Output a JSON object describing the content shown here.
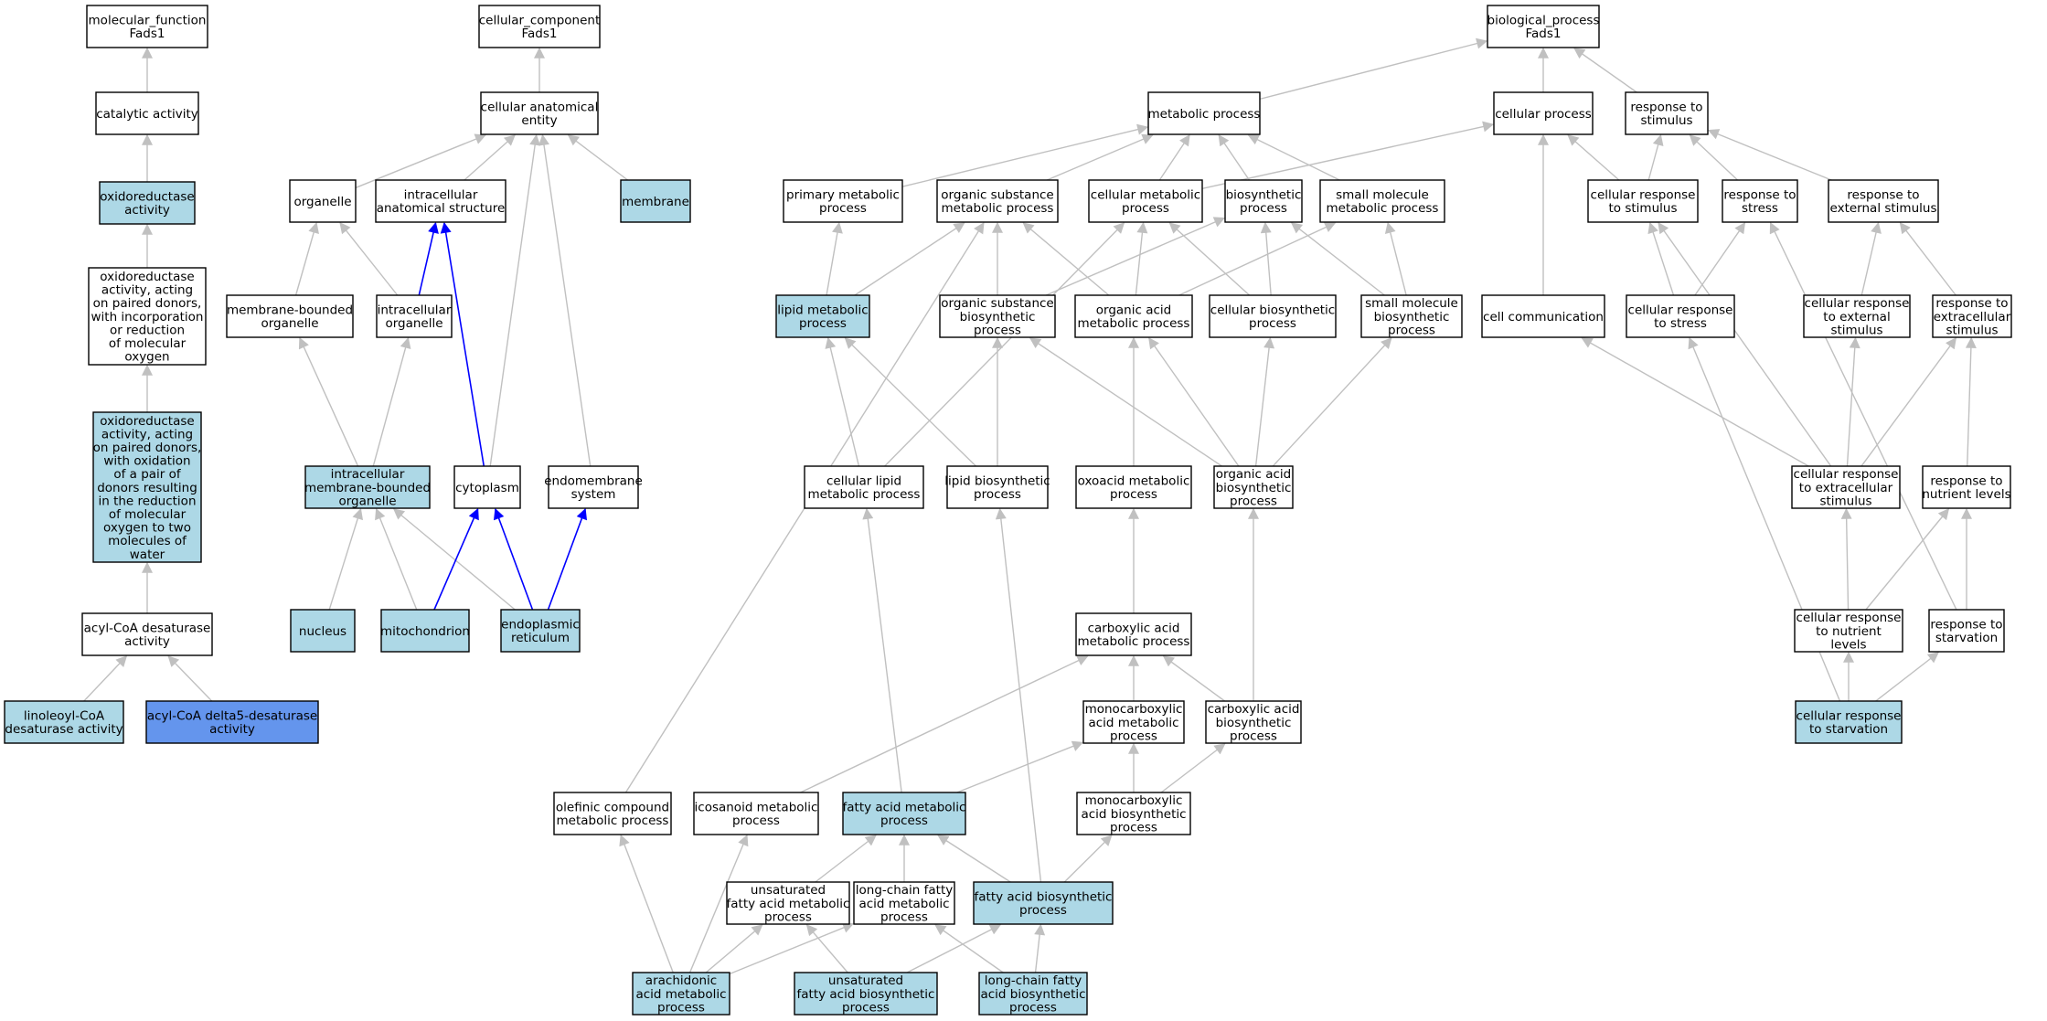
{
  "colors": {
    "plain": "#ffffff",
    "annotated": "#add8e6",
    "query": "#6495ed",
    "edge_gray": "#c0c0c0",
    "edge_blue": "#0000ff"
  },
  "nodes": [
    {
      "id": "mf",
      "lines": [
        "molecular_function",
        "Fads1"
      ],
      "fill": "plain"
    },
    {
      "id": "cc",
      "lines": [
        "cellular_component",
        "Fads1"
      ],
      "fill": "plain"
    },
    {
      "id": "bp",
      "lines": [
        "biological_process",
        "Fads1"
      ],
      "fill": "plain"
    },
    {
      "id": "catact",
      "lines": [
        "catalytic activity"
      ],
      "fill": "plain"
    },
    {
      "id": "oxred",
      "lines": [
        "oxidoreductase",
        "activity"
      ],
      "fill": "annotated"
    },
    {
      "id": "oxinc",
      "lines": [
        "oxidoreductase",
        "activity, acting",
        "on paired donors,",
        "with incorporation",
        "or reduction",
        "of molecular",
        "oxygen"
      ],
      "fill": "plain"
    },
    {
      "id": "oxox",
      "lines": [
        "oxidoreductase",
        "activity, acting",
        "on paired donors,",
        "with oxidation",
        "of a pair of",
        "donors resulting",
        "in the reduction",
        "of molecular",
        "oxygen to two",
        "molecules of",
        "water"
      ],
      "fill": "annotated"
    },
    {
      "id": "acyl",
      "lines": [
        "acyl-CoA desaturase",
        "activity"
      ],
      "fill": "plain"
    },
    {
      "id": "linol",
      "lines": [
        "linoleoyl-CoA",
        "desaturase activity"
      ],
      "fill": "annotated"
    },
    {
      "id": "d5",
      "lines": [
        "acyl-CoA delta5-desaturase",
        "activity"
      ],
      "fill": "query"
    },
    {
      "id": "cae",
      "lines": [
        "cellular anatomical",
        "entity"
      ],
      "fill": "plain"
    },
    {
      "id": "organelle",
      "lines": [
        "organelle"
      ],
      "fill": "plain"
    },
    {
      "id": "ias",
      "lines": [
        "intracellular",
        "anatomical structure"
      ],
      "fill": "plain"
    },
    {
      "id": "membrane",
      "lines": [
        "membrane"
      ],
      "fill": "annotated"
    },
    {
      "id": "mbo",
      "lines": [
        "membrane-bounded",
        "organelle"
      ],
      "fill": "plain"
    },
    {
      "id": "io",
      "lines": [
        "intracellular",
        "organelle"
      ],
      "fill": "plain"
    },
    {
      "id": "imbo",
      "lines": [
        "intracellular",
        "membrane-bounded",
        "organelle"
      ],
      "fill": "annotated"
    },
    {
      "id": "cyto",
      "lines": [
        "cytoplasm"
      ],
      "fill": "plain"
    },
    {
      "id": "endo",
      "lines": [
        "endomembrane",
        "system"
      ],
      "fill": "plain"
    },
    {
      "id": "nucleus",
      "lines": [
        "nucleus"
      ],
      "fill": "annotated"
    },
    {
      "id": "mito",
      "lines": [
        "mitochondrion"
      ],
      "fill": "annotated"
    },
    {
      "id": "er",
      "lines": [
        "endoplasmic",
        "reticulum"
      ],
      "fill": "annotated"
    },
    {
      "id": "metab",
      "lines": [
        "metabolic process"
      ],
      "fill": "plain"
    },
    {
      "id": "cellproc",
      "lines": [
        "cellular process"
      ],
      "fill": "plain"
    },
    {
      "id": "rstim",
      "lines": [
        "response to",
        "stimulus"
      ],
      "fill": "plain"
    },
    {
      "id": "pmp",
      "lines": [
        "primary metabolic",
        "process"
      ],
      "fill": "plain"
    },
    {
      "id": "osmp",
      "lines": [
        "organic substance",
        "metabolic process"
      ],
      "fill": "plain"
    },
    {
      "id": "cmp",
      "lines": [
        "cellular metabolic",
        "process"
      ],
      "fill": "plain"
    },
    {
      "id": "bios",
      "lines": [
        "biosynthetic",
        "process"
      ],
      "fill": "plain"
    },
    {
      "id": "smmp",
      "lines": [
        "small molecule",
        "metabolic process"
      ],
      "fill": "plain"
    },
    {
      "id": "crstim",
      "lines": [
        "cellular response",
        "to stimulus"
      ],
      "fill": "plain"
    },
    {
      "id": "rstress",
      "lines": [
        "response to",
        "stress"
      ],
      "fill": "plain"
    },
    {
      "id": "rext",
      "lines": [
        "response to",
        "external stimulus"
      ],
      "fill": "plain"
    },
    {
      "id": "lmp",
      "lines": [
        "lipid metabolic",
        "process"
      ],
      "fill": "annotated"
    },
    {
      "id": "osbp",
      "lines": [
        "organic substance",
        "biosynthetic",
        "process"
      ],
      "fill": "plain"
    },
    {
      "id": "oamp",
      "lines": [
        "organic acid",
        "metabolic process"
      ],
      "fill": "plain"
    },
    {
      "id": "cbp",
      "lines": [
        "cellular biosynthetic",
        "process"
      ],
      "fill": "plain"
    },
    {
      "id": "smbp",
      "lines": [
        "small molecule",
        "biosynthetic",
        "process"
      ],
      "fill": "plain"
    },
    {
      "id": "ccomm",
      "lines": [
        "cell communication"
      ],
      "fill": "plain"
    },
    {
      "id": "crstress",
      "lines": [
        "cellular response",
        "to stress"
      ],
      "fill": "plain"
    },
    {
      "id": "crext",
      "lines": [
        "cellular response",
        "to external",
        "stimulus"
      ],
      "fill": "plain"
    },
    {
      "id": "rextra",
      "lines": [
        "response to",
        "extracellular",
        "stimulus"
      ],
      "fill": "plain"
    },
    {
      "id": "clmp",
      "lines": [
        "cellular lipid",
        "metabolic process"
      ],
      "fill": "plain"
    },
    {
      "id": "lbp",
      "lines": [
        "lipid biosynthetic",
        "process"
      ],
      "fill": "plain"
    },
    {
      "id": "oxomp",
      "lines": [
        "oxoacid metabolic",
        "process"
      ],
      "fill": "plain"
    },
    {
      "id": "oabp",
      "lines": [
        "organic acid",
        "biosynthetic",
        "process"
      ],
      "fill": "plain"
    },
    {
      "id": "crextra",
      "lines": [
        "cellular response",
        "to extracellular",
        "stimulus"
      ],
      "fill": "plain"
    },
    {
      "id": "rnutr",
      "lines": [
        "response to",
        "nutrient levels"
      ],
      "fill": "plain"
    },
    {
      "id": "camp",
      "lines": [
        "carboxylic acid",
        "metabolic process"
      ],
      "fill": "plain"
    },
    {
      "id": "crnutr",
      "lines": [
        "cellular response",
        "to nutrient",
        "levels"
      ],
      "fill": "plain"
    },
    {
      "id": "rstarv",
      "lines": [
        "response to",
        "starvation"
      ],
      "fill": "plain"
    },
    {
      "id": "mcamp",
      "lines": [
        "monocarboxylic",
        "acid metabolic",
        "process"
      ],
      "fill": "plain"
    },
    {
      "id": "cabp",
      "lines": [
        "carboxylic acid",
        "biosynthetic",
        "process"
      ],
      "fill": "plain"
    },
    {
      "id": "crstarv",
      "lines": [
        "cellular response",
        "to starvation"
      ],
      "fill": "annotated"
    },
    {
      "id": "ocmp",
      "lines": [
        "olefinic compound",
        "metabolic process"
      ],
      "fill": "plain"
    },
    {
      "id": "icmp",
      "lines": [
        "icosanoid metabolic",
        "process"
      ],
      "fill": "plain"
    },
    {
      "id": "famp",
      "lines": [
        "fatty acid metabolic",
        "process"
      ],
      "fill": "annotated"
    },
    {
      "id": "mcabp",
      "lines": [
        "monocarboxylic",
        "acid biosynthetic",
        "process"
      ],
      "fill": "plain"
    },
    {
      "id": "ufamp",
      "lines": [
        "unsaturated",
        "fatty acid metabolic",
        "process"
      ],
      "fill": "plain"
    },
    {
      "id": "lcfamp",
      "lines": [
        "long-chain fatty",
        "acid metabolic",
        "process"
      ],
      "fill": "plain"
    },
    {
      "id": "fabp",
      "lines": [
        "fatty acid biosynthetic",
        "process"
      ],
      "fill": "annotated"
    },
    {
      "id": "aamp",
      "lines": [
        "arachidonic",
        "acid metabolic",
        "process"
      ],
      "fill": "annotated"
    },
    {
      "id": "ufabp",
      "lines": [
        "unsaturated",
        "fatty acid biosynthetic",
        "process"
      ],
      "fill": "annotated"
    },
    {
      "id": "lcfabp",
      "lines": [
        "long-chain fatty",
        "acid biosynthetic",
        "process"
      ],
      "fill": "annotated"
    }
  ],
  "edges": [
    {
      "from": "catact",
      "to": "mf",
      "kind": "gray"
    },
    {
      "from": "oxred",
      "to": "catact",
      "kind": "gray"
    },
    {
      "from": "oxinc",
      "to": "oxred",
      "kind": "gray"
    },
    {
      "from": "oxox",
      "to": "oxinc",
      "kind": "gray"
    },
    {
      "from": "acyl",
      "to": "oxox",
      "kind": "gray"
    },
    {
      "from": "linol",
      "to": "acyl",
      "kind": "gray"
    },
    {
      "from": "d5",
      "to": "acyl",
      "kind": "gray"
    },
    {
      "from": "cae",
      "to": "cc",
      "kind": "gray"
    },
    {
      "from": "organelle",
      "to": "cae",
      "kind": "gray"
    },
    {
      "from": "ias",
      "to": "cae",
      "kind": "gray"
    },
    {
      "from": "membrane",
      "to": "cae",
      "kind": "gray"
    },
    {
      "from": "cyto",
      "to": "cae",
      "kind": "gray"
    },
    {
      "from": "endo",
      "to": "cae",
      "kind": "gray"
    },
    {
      "from": "mbo",
      "to": "organelle",
      "kind": "gray"
    },
    {
      "from": "io",
      "to": "organelle",
      "kind": "gray"
    },
    {
      "from": "io",
      "to": "ias",
      "kind": "blue"
    },
    {
      "from": "cyto",
      "to": "ias",
      "kind": "blue"
    },
    {
      "from": "imbo",
      "to": "mbo",
      "kind": "gray"
    },
    {
      "from": "imbo",
      "to": "io",
      "kind": "gray"
    },
    {
      "from": "nucleus",
      "to": "imbo",
      "kind": "gray"
    },
    {
      "from": "mito",
      "to": "imbo",
      "kind": "gray"
    },
    {
      "from": "er",
      "to": "imbo",
      "kind": "gray"
    },
    {
      "from": "mito",
      "to": "cyto",
      "kind": "blue"
    },
    {
      "from": "er",
      "to": "cyto",
      "kind": "blue"
    },
    {
      "from": "er",
      "to": "endo",
      "kind": "blue"
    },
    {
      "from": "metab",
      "to": "bp",
      "kind": "gray"
    },
    {
      "from": "cellproc",
      "to": "bp",
      "kind": "gray"
    },
    {
      "from": "rstim",
      "to": "bp",
      "kind": "gray"
    },
    {
      "from": "pmp",
      "to": "metab",
      "kind": "gray"
    },
    {
      "from": "osmp",
      "to": "metab",
      "kind": "gray"
    },
    {
      "from": "cmp",
      "to": "metab",
      "kind": "gray"
    },
    {
      "from": "bios",
      "to": "metab",
      "kind": "gray"
    },
    {
      "from": "smmp",
      "to": "metab",
      "kind": "gray"
    },
    {
      "from": "cmp",
      "to": "cellproc",
      "kind": "gray"
    },
    {
      "from": "crstim",
      "to": "cellproc",
      "kind": "gray"
    },
    {
      "from": "ccomm",
      "to": "cellproc",
      "kind": "gray"
    },
    {
      "from": "crstim",
      "to": "rstim",
      "kind": "gray"
    },
    {
      "from": "rstress",
      "to": "rstim",
      "kind": "gray"
    },
    {
      "from": "rext",
      "to": "rstim",
      "kind": "gray"
    },
    {
      "from": "lmp",
      "to": "pmp",
      "kind": "gray"
    },
    {
      "from": "lmp",
      "to": "osmp",
      "kind": "gray"
    },
    {
      "from": "osbp",
      "to": "osmp",
      "kind": "gray"
    },
    {
      "from": "oamp",
      "to": "osmp",
      "kind": "gray"
    },
    {
      "from": "osbp",
      "to": "bios",
      "kind": "gray"
    },
    {
      "from": "oamp",
      "to": "cmp",
      "kind": "gray"
    },
    {
      "from": "cbp",
      "to": "cmp",
      "kind": "gray"
    },
    {
      "from": "clmp",
      "to": "cmp",
      "kind": "gray"
    },
    {
      "from": "cbp",
      "to": "bios",
      "kind": "gray"
    },
    {
      "from": "smbp",
      "to": "bios",
      "kind": "gray"
    },
    {
      "from": "oamp",
      "to": "smmp",
      "kind": "gray"
    },
    {
      "from": "smbp",
      "to": "smmp",
      "kind": "gray"
    },
    {
      "from": "ocmp",
      "to": "osmp",
      "kind": "gray"
    },
    {
      "from": "crstress",
      "to": "crstim",
      "kind": "gray"
    },
    {
      "from": "crstress",
      "to": "rstress",
      "kind": "gray"
    },
    {
      "from": "crextra",
      "to": "crstim",
      "kind": "gray"
    },
    {
      "from": "crext",
      "to": "rext",
      "kind": "gray"
    },
    {
      "from": "rextra",
      "to": "rext",
      "kind": "gray"
    },
    {
      "from": "rstarv",
      "to": "rstress",
      "kind": "gray"
    },
    {
      "from": "clmp",
      "to": "lmp",
      "kind": "gray"
    },
    {
      "from": "lbp",
      "to": "lmp",
      "kind": "gray"
    },
    {
      "from": "lbp",
      "to": "osbp",
      "kind": "gray"
    },
    {
      "from": "oabp",
      "to": "osbp",
      "kind": "gray"
    },
    {
      "from": "oxomp",
      "to": "oamp",
      "kind": "gray"
    },
    {
      "from": "oabp",
      "to": "oamp",
      "kind": "gray"
    },
    {
      "from": "oabp",
      "to": "cbp",
      "kind": "gray"
    },
    {
      "from": "oabp",
      "to": "smbp",
      "kind": "gray"
    },
    {
      "from": "crextra",
      "to": "ccomm",
      "kind": "gray"
    },
    {
      "from": "crextra",
      "to": "crext",
      "kind": "gray"
    },
    {
      "from": "crextra",
      "to": "rextra",
      "kind": "gray"
    },
    {
      "from": "rnutr",
      "to": "rextra",
      "kind": "gray"
    },
    {
      "from": "crstarv",
      "to": "crstress",
      "kind": "gray"
    },
    {
      "from": "camp",
      "to": "oxomp",
      "kind": "gray"
    },
    {
      "from": "cabp",
      "to": "oabp",
      "kind": "gray"
    },
    {
      "from": "crnutr",
      "to": "crextra",
      "kind": "gray"
    },
    {
      "from": "crnutr",
      "to": "rnutr",
      "kind": "gray"
    },
    {
      "from": "rstarv",
      "to": "rnutr",
      "kind": "gray"
    },
    {
      "from": "mcamp",
      "to": "camp",
      "kind": "gray"
    },
    {
      "from": "cabp",
      "to": "camp",
      "kind": "gray"
    },
    {
      "from": "icmp",
      "to": "camp",
      "kind": "gray"
    },
    {
      "from": "crstarv",
      "to": "crnutr",
      "kind": "gray"
    },
    {
      "from": "crstarv",
      "to": "rstarv",
      "kind": "gray"
    },
    {
      "from": "famp",
      "to": "mcamp",
      "kind": "gray"
    },
    {
      "from": "famp",
      "to": "clmp",
      "kind": "gray"
    },
    {
      "from": "mcabp",
      "to": "mcamp",
      "kind": "gray"
    },
    {
      "from": "mcabp",
      "to": "cabp",
      "kind": "gray"
    },
    {
      "from": "fabp",
      "to": "mcabp",
      "kind": "gray"
    },
    {
      "from": "fabp",
      "to": "famp",
      "kind": "gray"
    },
    {
      "from": "fabp",
      "to": "lbp",
      "kind": "gray"
    },
    {
      "from": "ufamp",
      "to": "famp",
      "kind": "gray"
    },
    {
      "from": "lcfamp",
      "to": "famp",
      "kind": "gray"
    },
    {
      "from": "aamp",
      "to": "ocmp",
      "kind": "gray"
    },
    {
      "from": "aamp",
      "to": "icmp",
      "kind": "gray"
    },
    {
      "from": "aamp",
      "to": "ufamp",
      "kind": "gray"
    },
    {
      "from": "aamp",
      "to": "lcfamp",
      "kind": "gray"
    },
    {
      "from": "ufabp",
      "to": "ufamp",
      "kind": "gray"
    },
    {
      "from": "ufabp",
      "to": "fabp",
      "kind": "gray"
    },
    {
      "from": "lcfabp",
      "to": "lcfamp",
      "kind": "gray"
    },
    {
      "from": "lcfabp",
      "to": "fabp",
      "kind": "gray"
    }
  ]
}
